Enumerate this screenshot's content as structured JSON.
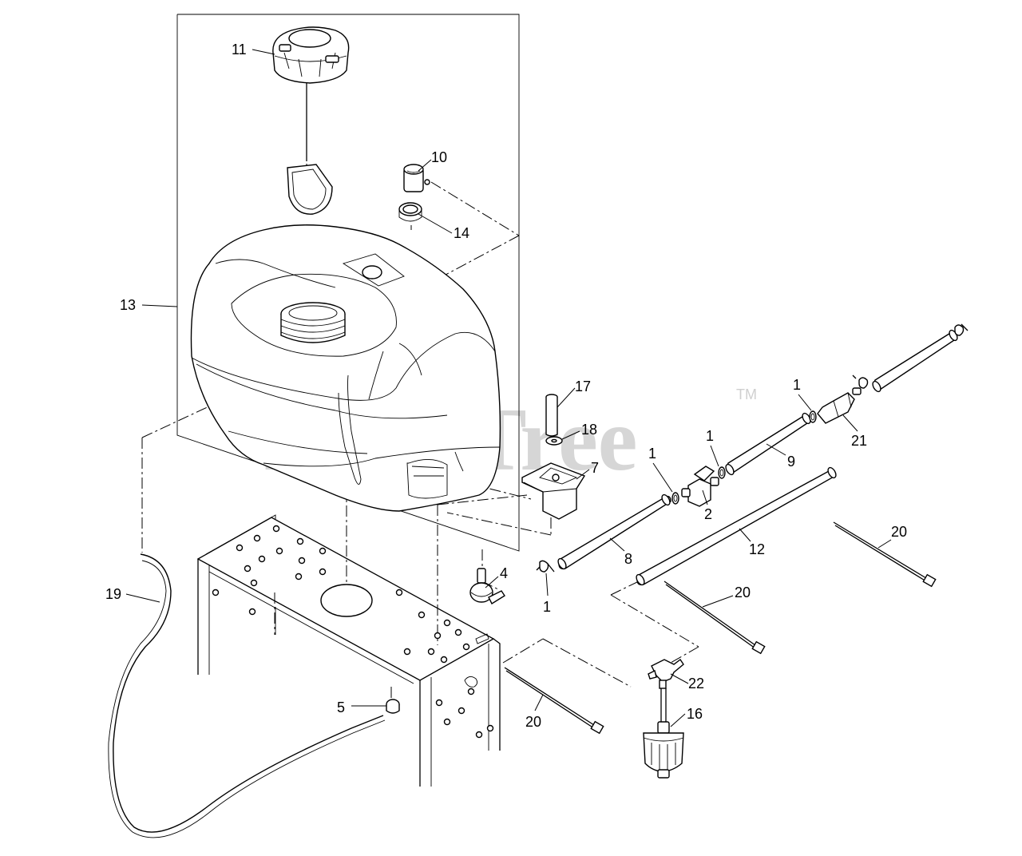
{
  "watermark": {
    "brand": "PartsTree",
    "trademark": "TM"
  },
  "callouts": [
    {
      "id": "c-11",
      "label": "11"
    },
    {
      "id": "c-10",
      "label": "10"
    },
    {
      "id": "c-14",
      "label": "14"
    },
    {
      "id": "c-13",
      "label": "13"
    },
    {
      "id": "c-17",
      "label": "17"
    },
    {
      "id": "c-18",
      "label": "18"
    },
    {
      "id": "c-7",
      "label": "7"
    },
    {
      "id": "c-1a",
      "label": "1"
    },
    {
      "id": "c-1b",
      "label": "1"
    },
    {
      "id": "c-1c",
      "label": "1"
    },
    {
      "id": "c-1d",
      "label": "1"
    },
    {
      "id": "c-21",
      "label": "21"
    },
    {
      "id": "c-9",
      "label": "9"
    },
    {
      "id": "c-2",
      "label": "2"
    },
    {
      "id": "c-8",
      "label": "8"
    },
    {
      "id": "c-4",
      "label": "4"
    },
    {
      "id": "c-12",
      "label": "12"
    },
    {
      "id": "c-20a",
      "label": "20"
    },
    {
      "id": "c-20b",
      "label": "20"
    },
    {
      "id": "c-20c",
      "label": "20"
    },
    {
      "id": "c-19",
      "label": "19"
    },
    {
      "id": "c-5",
      "label": "5"
    },
    {
      "id": "c-22",
      "label": "22"
    },
    {
      "id": "c-16",
      "label": "16"
    }
  ]
}
